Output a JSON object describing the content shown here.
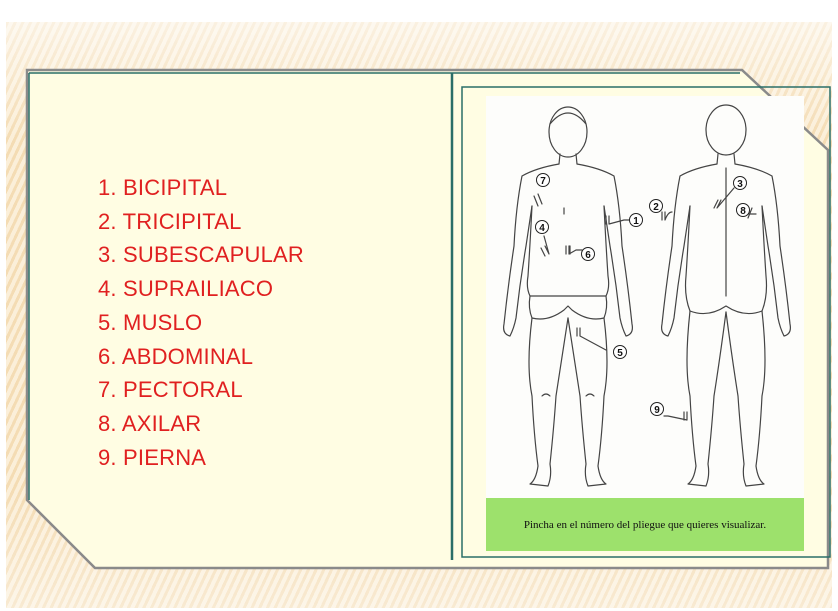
{
  "list": {
    "items": [
      "1. BICIPITAL",
      "2. TRICIPITAL",
      "3. SUBESCAPULAR",
      "4. SUPRAILIACO",
      "5. MUSLO",
      "6. ABDOMINAL",
      "7. PECTORAL",
      "8. AXILAR",
      "9. PIERNA"
    ]
  },
  "figure": {
    "markers": [
      "1",
      "2",
      "3",
      "4",
      "5",
      "6",
      "7",
      "8",
      "9"
    ],
    "caption": "Pincha en el número del pliegue que quieres visualizar."
  },
  "colors": {
    "list_text": "#e02020",
    "card_fill": "#fffde3",
    "frame_teal": "#2a6e68",
    "caption_bg": "#9de16c"
  }
}
